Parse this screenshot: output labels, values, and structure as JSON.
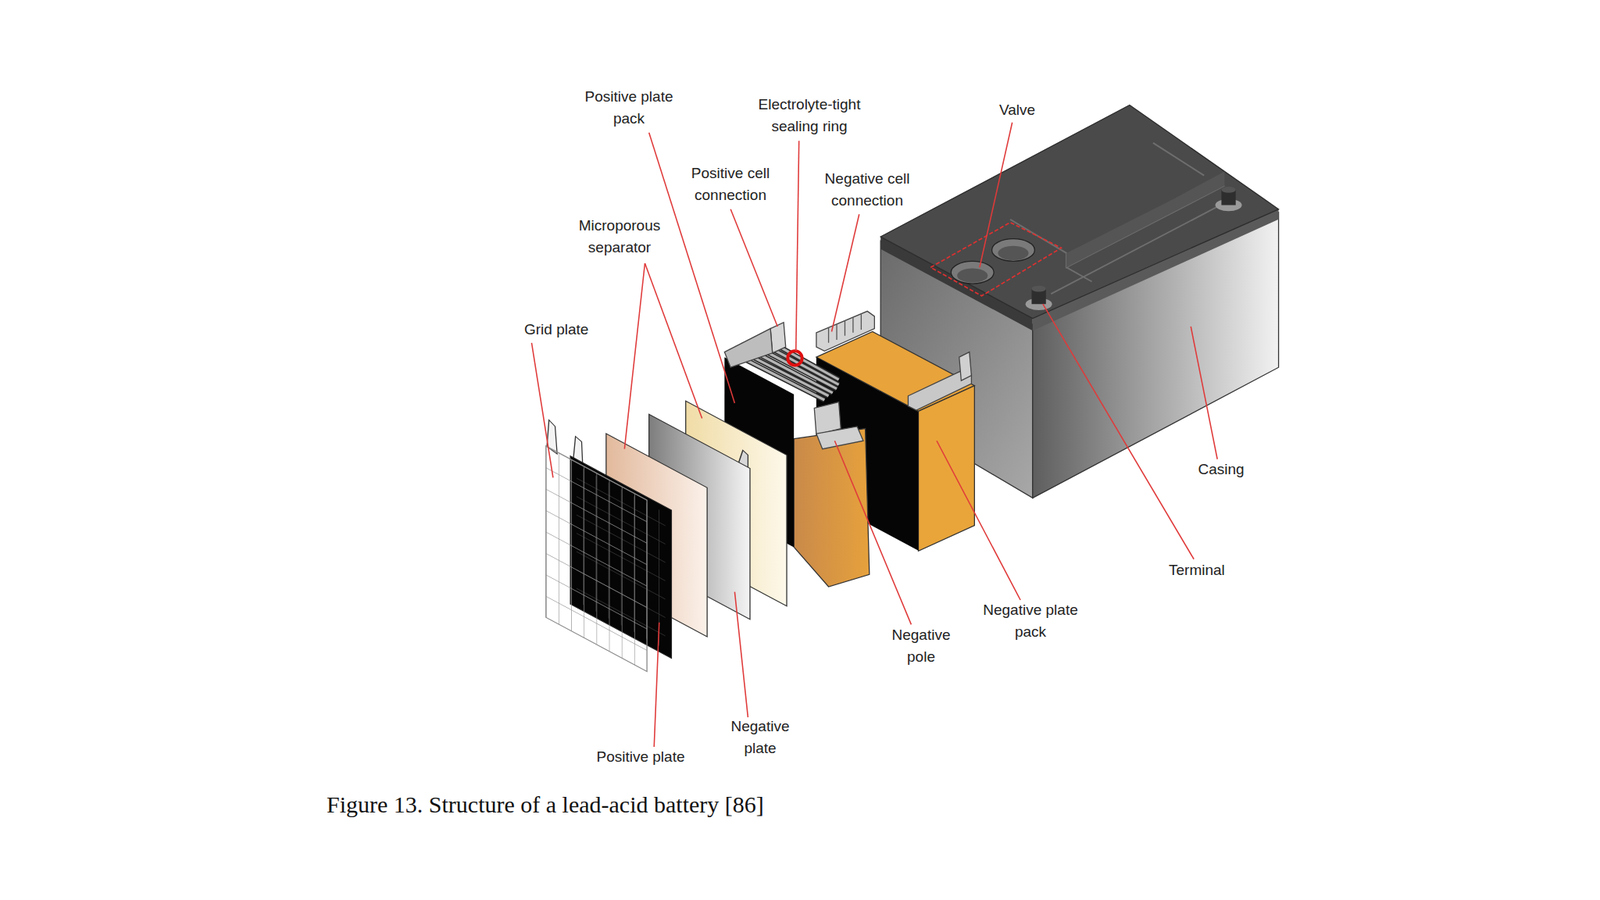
{
  "diagram": {
    "caption": "Figure 13. Structure of a lead-acid battery [86]",
    "labels": [
      "Positive plate pack",
      "Electrolyte-tight sealing ring",
      "Valve",
      "Positive cell connection",
      "Negative cell connection",
      "Microporous separator",
      "Grid plate",
      "Casing",
      "Terminal",
      "Negative plate pack",
      "Negative pole",
      "Negative plate",
      "Positive plate"
    ]
  }
}
